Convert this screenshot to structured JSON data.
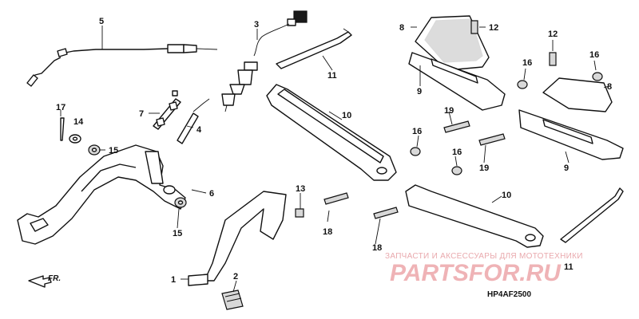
{
  "diagram": {
    "callouts": [
      "1",
      "2",
      "3",
      "4",
      "5",
      "6",
      "7",
      "8",
      "8",
      "9",
      "9",
      "10",
      "10",
      "11",
      "11",
      "12",
      "12",
      "13",
      "14",
      "15",
      "15",
      "16",
      "16",
      "16",
      "16",
      "17",
      "18",
      "18",
      "19",
      "19"
    ],
    "direction_label": "FR.",
    "diagram_code": "HP4AF2500"
  },
  "watermark": {
    "tagline": "ЗАПЧАСТИ И АКСЕССУАРЫ ДЛЯ МОТОТЕХНИКИ",
    "logo_text": "PARTSFOR.RU",
    "color": "#e9a9ad"
  }
}
